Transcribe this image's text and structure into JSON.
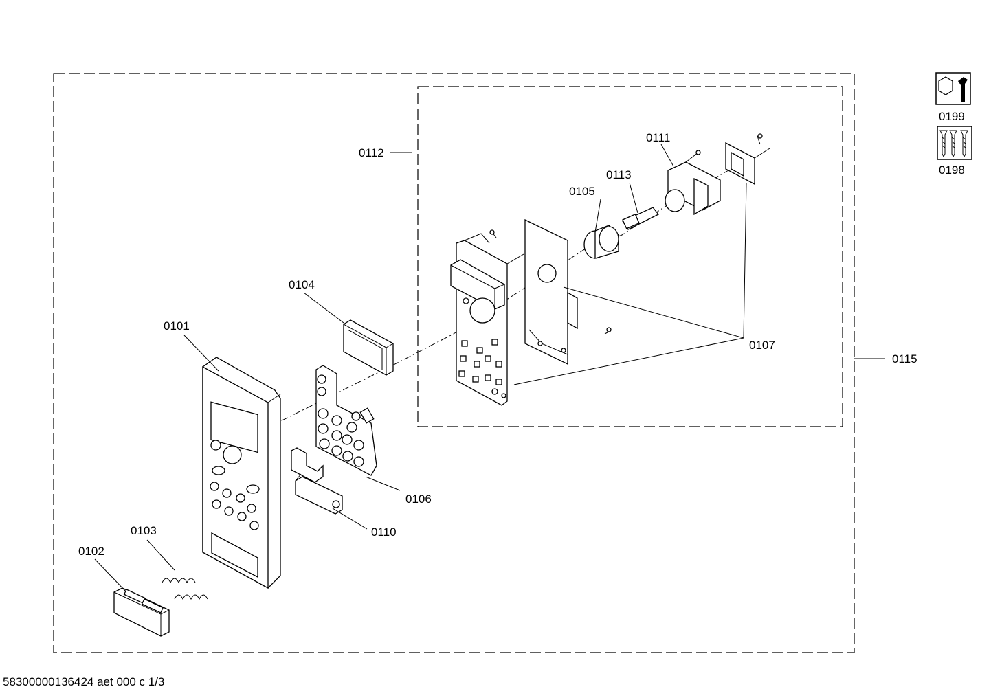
{
  "labels": {
    "p0101": "0101",
    "p0102": "0102",
    "p0103": "0103",
    "p0104": "0104",
    "p0105": "0105",
    "p0106": "0106",
    "p0107": "0107",
    "p0110": "0110",
    "p0111": "0111",
    "p0112": "0112",
    "p0113": "0113",
    "p0115": "0115",
    "p0198": "0198",
    "p0199": "0199"
  },
  "footer": "58300000136424 aet 000 c 1/3"
}
